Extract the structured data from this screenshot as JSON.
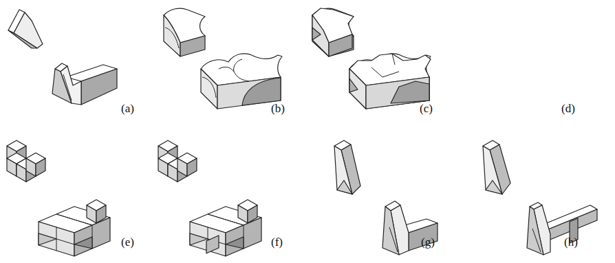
{
  "diagram": {
    "labels": [
      "(a)",
      "(b)",
      "(c)",
      "(d)",
      "(e)",
      "(f)",
      "(g)",
      "(h)"
    ]
  }
}
